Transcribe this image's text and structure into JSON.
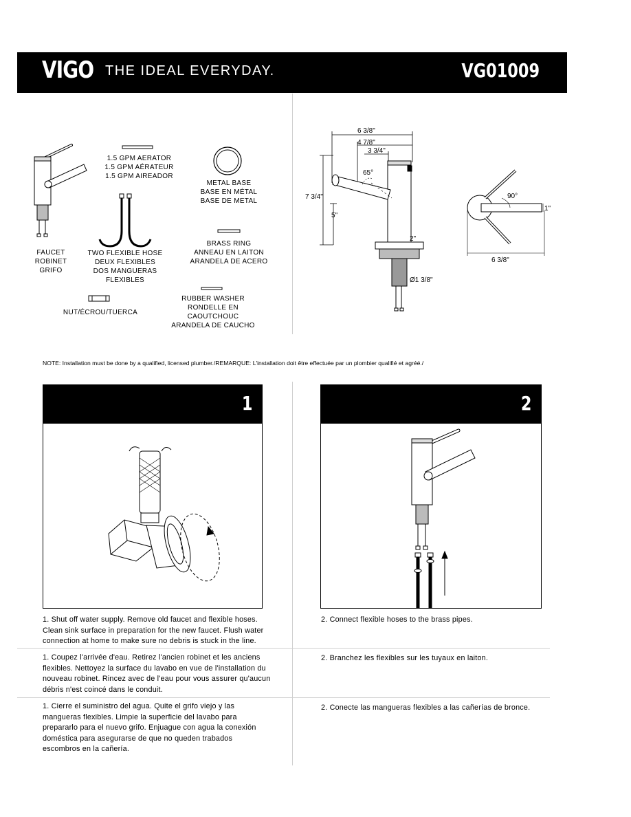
{
  "header": {
    "logo": "VIGO",
    "tagline": "THE IDEAL EVERYDAY.",
    "model": "VG01009"
  },
  "parts": {
    "faucet": [
      "FAUCET",
      "ROBINET",
      "GRIFO"
    ],
    "aerator": [
      "1.5 GPM AERATOR",
      "1.5 GPM AÉRATEUR",
      "1.5 GPM AIREADOR"
    ],
    "metal_base": [
      "METAL BASE",
      "BASE EN MÉTAL",
      "BASE DE METAL"
    ],
    "hoses": [
      "TWO FLEXIBLE HOSE",
      "DEUX FLEXIBLES",
      "DOS MANGUERAS FLEXIBLES"
    ],
    "brass_ring": [
      "BRASS RING",
      "ANNEAU EN LAITON",
      "ARANDELA DE ACERO"
    ],
    "nut": [
      "NUT/ÉCROU/TUERCA"
    ],
    "rubber_washer": [
      "RUBBER WASHER",
      "RONDELLE EN CAOUTCHOUC",
      "ARANDELA DE CAUCHO"
    ]
  },
  "dimensions": {
    "width_total": "6 3/8\"",
    "width_spout": "4 7/8\"",
    "width_reach": "3 3/4\"",
    "spout_angle": "65°",
    "height_total": "7 3/4\"",
    "height_spout": "5\"",
    "base_height": "2\"",
    "base_diameter": "Ø1 3/8\"",
    "rotation_angle": "90°",
    "handle_width": "1\"",
    "top_width": "6 3/8\""
  },
  "note": "NOTE:  Installation must be done by a qualified, licensed plumber./REMARQUE: L'installation doit être effectuée par un plombier qualifié et agréé./",
  "steps": [
    {
      "number": "1",
      "en": [
        "1. Shut off water supply. Remove old faucet and flexible hoses.",
        "Clean sink surface in preparation for the new faucet. Flush water",
        "connection at home to make sure no debris is stuck in the line."
      ],
      "fr": [
        "1. Coupez l'arrivée d'eau. Retirez l'ancien robinet et les anciens",
        "flexibles. Nettoyez la surface du lavabo en vue de l'installation du",
        "nouveau robinet. Rincez avec de l'eau pour vous assurer qu'aucun",
        "débris n'est coincé dans le conduit."
      ],
      "es": [
        "1. Cierre el suministro del agua. Quite el grifo viejo y las",
        "mangueras flexibles. Limpie la superficie del lavabo para",
        "prepararlo para el nuevo grifo. Enjuague con agua la conexión",
        "doméstica para asegurarse de que no queden trabados",
        "escombros en la cañería."
      ]
    },
    {
      "number": "2",
      "en": [
        "2. Connect flexible hoses to the brass pipes."
      ],
      "fr": [
        "2. Branchez les flexibles sur les tuyaux en laiton."
      ],
      "es": [
        "2. Conecte las mangueras flexibles a las cañerías de bronce."
      ]
    }
  ]
}
